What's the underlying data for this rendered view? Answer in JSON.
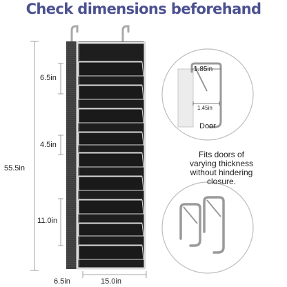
{
  "header": {
    "title": "Check dimensions beforehand",
    "color": "#4b5190"
  },
  "dimensions": {
    "total_height": "55.5in",
    "pocket_top": "6.5in",
    "pocket_mid": "4.5in",
    "pocket_bottom": "11.0in",
    "depth": "6.5in",
    "width": "15.0in"
  },
  "hook_detail": {
    "top_width": "1.85in",
    "inner_width": "1.45in",
    "door_label": "Door"
  },
  "feature": {
    "line1": "Fits doors of",
    "line2": "varying thickness",
    "line3": "without hindering closure."
  }
}
